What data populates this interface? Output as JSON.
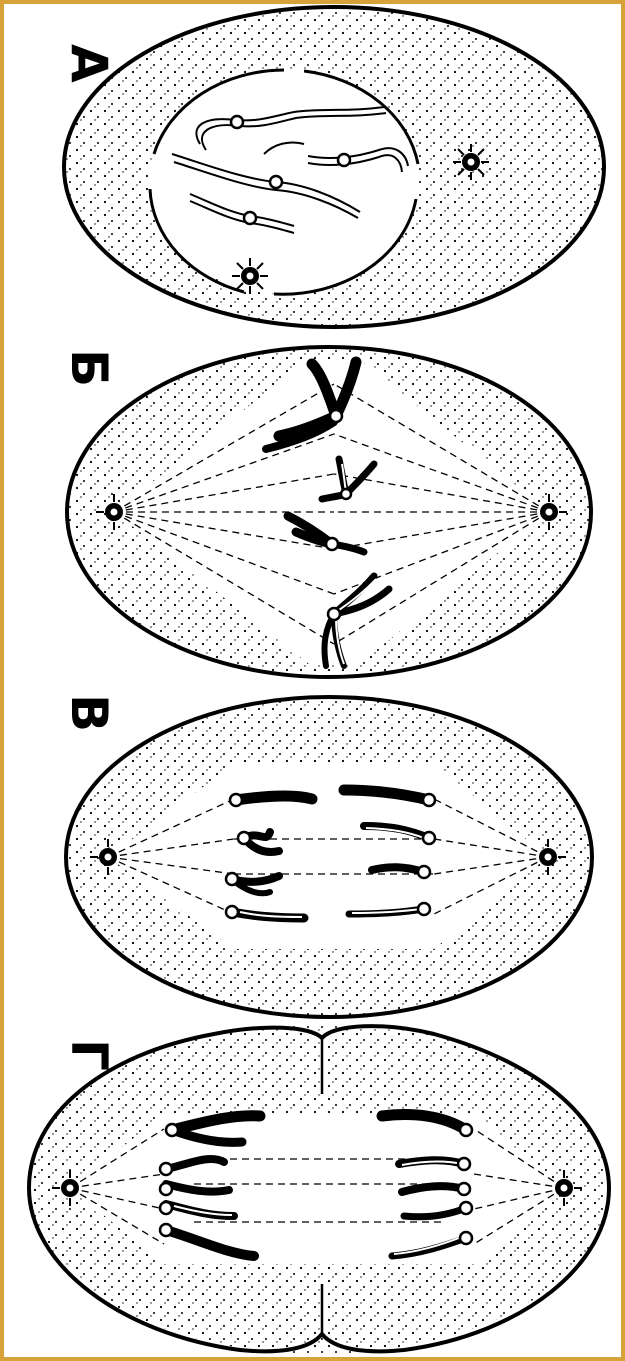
{
  "figure": {
    "stages": [
      {
        "id": "A",
        "label": "А"
      },
      {
        "id": "B",
        "label": "Б"
      },
      {
        "id": "V",
        "label": "В"
      },
      {
        "id": "G",
        "label": "Г"
      }
    ]
  },
  "colors": {
    "border": "#d8a23a",
    "ink": "#000000",
    "background": "#ffffff"
  }
}
